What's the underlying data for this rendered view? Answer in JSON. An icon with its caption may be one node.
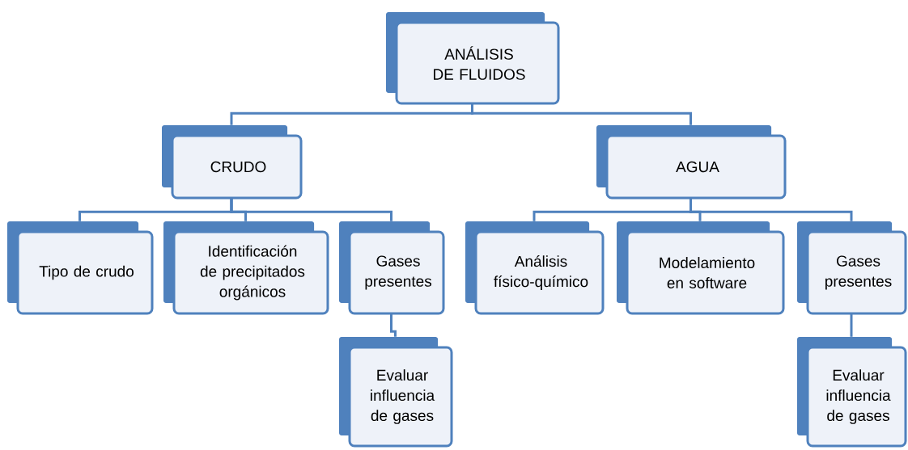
{
  "diagram": {
    "nodes": [
      {
        "text": [
          "ANÁLISIS DE FLUIDOS"
        ]
      },
      {
        "text": [
          "CRUDO"
        ]
      },
      {
        "text": [
          "AGUA"
        ]
      },
      {
        "text": [
          "Tipo de crudo"
        ]
      },
      {
        "text": [
          "Identificación de precipitados orgánicos"
        ]
      },
      {
        "text": [
          "Gases presentes"
        ]
      },
      {
        "text": [
          "Evaluar influencia de gases"
        ]
      },
      {
        "text": [
          "Análisis físico-químico"
        ]
      },
      {
        "text": [
          "Modelamiento en software"
        ]
      },
      {
        "text": [
          "Gases presentes"
        ]
      },
      {
        "text": [
          "Evaluar influencia de gases"
        ]
      }
    ],
    "edges": [
      {
        "from": 0,
        "to": 1,
        "arrow": "none"
      },
      {
        "from": 0,
        "to": 2,
        "arrow": "none"
      },
      {
        "from": 1,
        "to": 3,
        "arrow": "none"
      },
      {
        "from": 1,
        "to": 4,
        "arrow": "none"
      },
      {
        "from": 1,
        "to": 5,
        "arrow": "none"
      },
      {
        "from": 5,
        "to": 6,
        "arrow": "none"
      },
      {
        "from": 2,
        "to": 7,
        "arrow": "none"
      },
      {
        "from": 2,
        "to": 8,
        "arrow": "none"
      },
      {
        "from": 2,
        "to": 9,
        "arrow": "none"
      },
      {
        "from": 9,
        "to": 10,
        "arrow": "none"
      }
    ]
  }
}
